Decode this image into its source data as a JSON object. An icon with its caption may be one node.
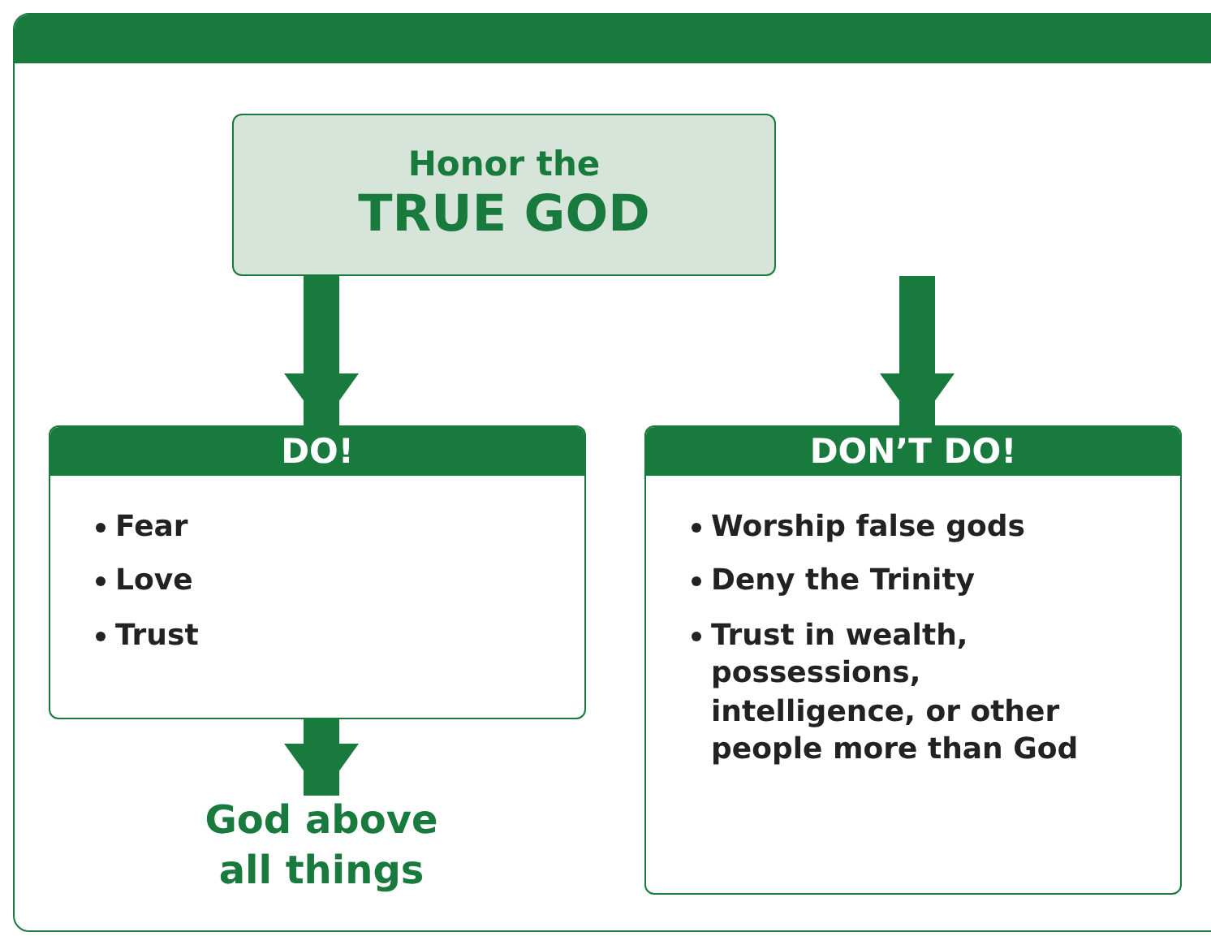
{
  "diagram": {
    "nodes": [
      {
        "text": [
          "Honor the",
          "TRUE GOD"
        ]
      },
      {
        "text": [
          "DO!",
          "Fear",
          "Love",
          "Trust"
        ]
      },
      {
        "text": [
          "DON’T DO!",
          "Worship false gods",
          "Deny the Trinity",
          "Trust in wealth, possessions, intelligence, or other people more than God"
        ]
      },
      {
        "text": [
          "God above all things"
        ]
      }
    ],
    "edges": [
      {
        "from": 0,
        "to": 1,
        "arrow": "to"
      },
      {
        "from": null,
        "to": 2,
        "arrow": "to"
      },
      {
        "from": 1,
        "to": 3,
        "arrow": "to"
      }
    ]
  }
}
